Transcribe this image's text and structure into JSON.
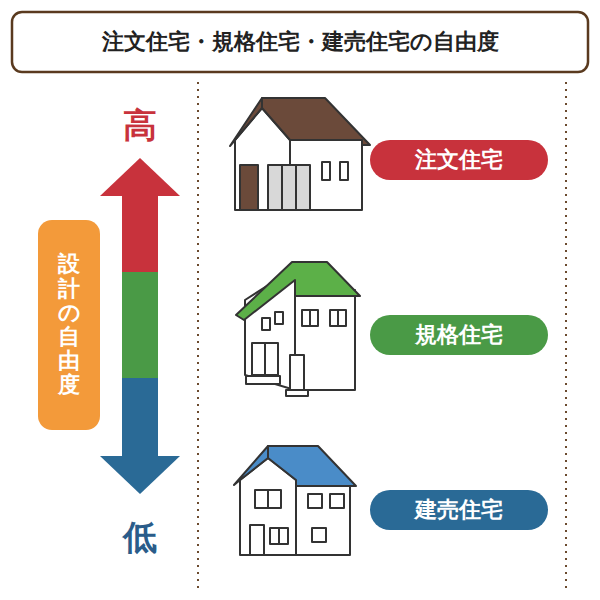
{
  "diagram": {
    "title": "注文住宅・規格住宅・建売住宅の自由度",
    "nodes": [
      {
        "text": [
          "設計の自由度"
        ]
      },
      {
        "text": [
          "注文住宅"
        ]
      },
      {
        "text": [
          "規格住宅"
        ]
      },
      {
        "text": [
          "建売住宅"
        ]
      }
    ],
    "labels": [
      "高",
      "低"
    ]
  }
}
